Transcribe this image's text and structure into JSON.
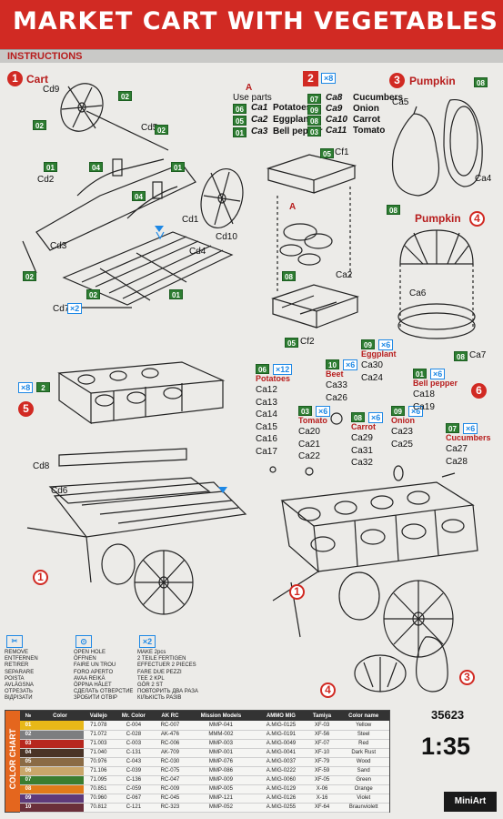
{
  "header": {
    "title": "MARKET CART WITH VEGETABLES",
    "section": "INSTRUCTIONS"
  },
  "steps": {
    "s1": {
      "num": "1",
      "title": "Cart"
    },
    "s2": {
      "num": "2",
      "qty": "×8"
    },
    "s3": {
      "num": "3",
      "title": "Pumpkin"
    },
    "s4": {
      "num": "4",
      "title": "Pumpkin"
    },
    "s5": {
      "num": "5",
      "qty": "×8",
      "qty_tag": "2"
    },
    "s6": {
      "num": "6"
    }
  },
  "use_parts": {
    "marker": "A",
    "label": "Use parts",
    "left": [
      {
        "tag": "06",
        "code": "Ca1",
        "name": "Potatoes"
      },
      {
        "tag": "05",
        "code": "Ca2",
        "name": "Eggplant"
      },
      {
        "tag": "01",
        "code": "Ca3",
        "name": "Bell pepper"
      }
    ],
    "right": [
      {
        "tag": "07",
        "code": "Ca8",
        "name": "Cucumbers"
      },
      {
        "tag": "09",
        "code": "Ca9",
        "name": "Onion"
      },
      {
        "tag": "08",
        "code": "Ca10",
        "name": "Carrot"
      },
      {
        "tag": "03",
        "code": "Ca11",
        "name": "Tomato"
      }
    ]
  },
  "labels": {
    "s1": [
      "Cd9",
      "Cd2",
      "Cd3",
      "Cd5",
      "Cd1",
      "Cd10",
      "Cd4",
      "Cd7"
    ],
    "s1_tags": [
      "02",
      "01",
      "02",
      "04",
      "04",
      "02",
      "01",
      "02",
      "01",
      "02"
    ],
    "s1_qty": "×2",
    "s2": [
      "Cf1",
      "Ca2",
      "Cf2",
      "A"
    ],
    "s2_tags": [
      "05",
      "08",
      "05"
    ],
    "s3": [
      "Ca5",
      "Ca4"
    ],
    "s3_tags": [
      "08",
      "08"
    ],
    "s4": [
      "Ca6",
      "Ca7"
    ],
    "s4_tags": [
      "08"
    ],
    "s5": [
      "Cd8",
      "Cd6"
    ],
    "s5_tag": "1",
    "s6_potatoes": {
      "tag": "06",
      "qty": "×12",
      "name": "Potatoes",
      "parts": [
        "Ca12",
        "Ca13",
        "Ca14",
        "Ca15",
        "Ca16",
        "Ca17"
      ]
    },
    "s6_beet": {
      "tag": "10",
      "qty": "×6",
      "name": "Beet",
      "parts": [
        "Ca33",
        "Ca26"
      ]
    },
    "s6_eggplant": {
      "tag": "09",
      "qty": "×6",
      "name": "Eggplant",
      "parts": [
        "Ca30",
        "Ca24"
      ]
    },
    "s6_tomato": {
      "tag": "03",
      "qty": "×6",
      "name": "Tomato",
      "parts": [
        "Ca20",
        "Ca21",
        "Ca22"
      ]
    },
    "s6_carrot": {
      "tag": "08",
      "qty": "×6",
      "name": "Carrot",
      "parts": [
        "Ca29",
        "Ca31",
        "Ca32"
      ]
    },
    "s6_onion": {
      "tag": "09",
      "qty": "×6",
      "name": "Onion",
      "parts": [
        "Ca23",
        "Ca25"
      ]
    },
    "s6_bell": {
      "tag": "01",
      "qty": "×6",
      "name": "Bell pepper",
      "parts": [
        "Ca18",
        "Ca19"
      ]
    },
    "s6_cucumbers": {
      "tag": "07",
      "qty": "×6",
      "name": "Cucumbers",
      "parts": [
        "Ca27",
        "Ca28"
      ]
    },
    "s6_refs": [
      "1",
      "3",
      "4"
    ]
  },
  "legend": {
    "remove": [
      "REMOVE",
      "ENTFERNEN",
      "RETIRER",
      "SEPARARE",
      "POISTA",
      "AVLÄGSNA",
      "ОТРЕЗАТЬ",
      "ВІДРІЗАТИ"
    ],
    "open_hole": [
      "OPEN HOLE",
      "ÖFFNEN",
      "FAIRE UN TROU",
      "FORO APERTO",
      "AVAA REIKÄ",
      "ÖPPNA HÅLET",
      "СДЕЛАТЬ ОТВЕРСТИЕ",
      "ЗРОБИТИ ОТВІР"
    ],
    "make2": [
      "MAKE 2pcs",
      "2 TEILE FERTIGEN",
      "EFFECTUER 2 PIECES",
      "FARE DUE PEZZI",
      "TEE 2 KPL",
      "GÖR 2 ST",
      "ПОВТОРИТЬ ДВА РАЗА",
      "КІЛЬКІСТЬ РАЗІВ"
    ],
    "make2_icon": "×2"
  },
  "color_chart": {
    "side_label": "COLOR CHART",
    "headers": [
      "№",
      "Color",
      "Vallejo",
      "Mr. Color",
      "AK RC",
      "Mission Models",
      "AMMO MIG",
      "Tamiya",
      "Color name"
    ],
    "rows": [
      {
        "n": "01",
        "hex": "#e8b818",
        "vallejo": "71.078",
        "mr": "C-004",
        "ak": "RC-007",
        "mission": "MMP-041",
        "ammo": "A.MIG-0125",
        "tamiya": "XF-03",
        "name": "Yellow"
      },
      {
        "n": "02",
        "hex": "#7d7e80",
        "vallejo": "71.072",
        "mr": "C-028",
        "ak": "AK-476",
        "mission": "MMM-002",
        "ammo": "A.MIG-0191",
        "tamiya": "XF-56",
        "name": "Steel"
      },
      {
        "n": "03",
        "hex": "#b7281f",
        "vallejo": "71.003",
        "mr": "C-003",
        "ak": "RC-006",
        "mission": "MMP-003",
        "ammo": "A.MIG-0049",
        "tamiya": "XF-07",
        "name": "Red"
      },
      {
        "n": "04",
        "hex": "#4a3426",
        "vallejo": "71.040",
        "mr": "C-131",
        "ak": "AK-709",
        "mission": "MMP-001",
        "ammo": "A.MIG-0041",
        "tamiya": "XF-10",
        "name": "Dark Rust"
      },
      {
        "n": "05",
        "hex": "#8a6b45",
        "vallejo": "70.976",
        "mr": "C-043",
        "ak": "RC-030",
        "mission": "MMP-076",
        "ammo": "A.MIG-0037",
        "tamiya": "XF-79",
        "name": "Wood"
      },
      {
        "n": "06",
        "hex": "#c9a66a",
        "vallejo": "71.106",
        "mr": "C-039",
        "ak": "RC-075",
        "mission": "MMP-086",
        "ammo": "A.MIG-0222",
        "tamiya": "XF-59",
        "name": "Sand"
      },
      {
        "n": "07",
        "hex": "#3b7d2f",
        "vallejo": "71.095",
        "mr": "C-136",
        "ak": "RC-047",
        "mission": "MMP-009",
        "ammo": "A.MIG-0060",
        "tamiya": "XF-05",
        "name": "Green"
      },
      {
        "n": "08",
        "hex": "#e07b1a",
        "vallejo": "70.851",
        "mr": "C-059",
        "ak": "RC-009",
        "mission": "MMP-005",
        "ammo": "A.MIG-0129",
        "tamiya": "X-06",
        "name": "Orange"
      },
      {
        "n": "09",
        "hex": "#5e3a7a",
        "vallejo": "70.960",
        "mr": "C-067",
        "ak": "RC-045",
        "mission": "MMP-121",
        "ammo": "A.MIG-0126",
        "tamiya": "X-16",
        "name": "Violet"
      },
      {
        "n": "10",
        "hex": "#6a2f3a",
        "vallejo": "70.812",
        "mr": "C-121",
        "ak": "RC-323",
        "mission": "MMP-052",
        "ammo": "A.MIG-0255",
        "tamiya": "XF-64",
        "name": "Braunviolett"
      }
    ]
  },
  "footer": {
    "catalog": "35623",
    "scale": "1:35",
    "brand": "MiniArt"
  }
}
